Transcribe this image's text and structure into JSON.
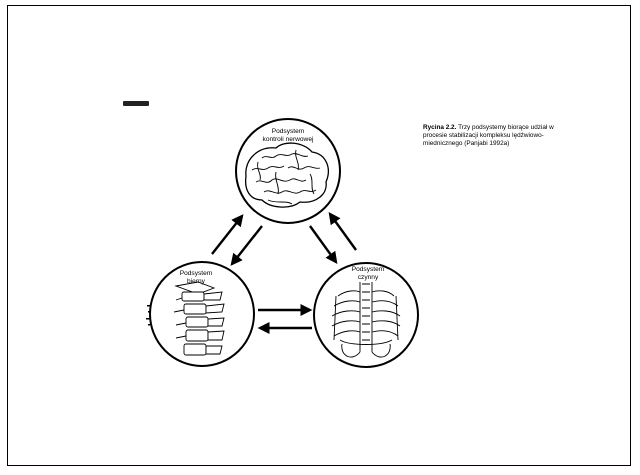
{
  "caption": {
    "figure_label": "Rycina 2.2.",
    "text": " Trzy podsystemy biorące udział w procesie stabilizacji kompleksu lędźwiowo-miednicznego (Panjabi 1992a)"
  },
  "nodes": {
    "neural": {
      "line1": "Podsystem",
      "line2": "kontroli nerwowej"
    },
    "passive": {
      "line1": "Podsystem",
      "line2": "bierny"
    },
    "active": {
      "line1": "Podsystem",
      "line2": "czynny"
    }
  },
  "colors": {
    "ink": "#000000",
    "paper": "#ffffff"
  },
  "icons": [
    "brain-illustration",
    "spine-illustration",
    "torso-muscles-illustration",
    "arrow"
  ]
}
